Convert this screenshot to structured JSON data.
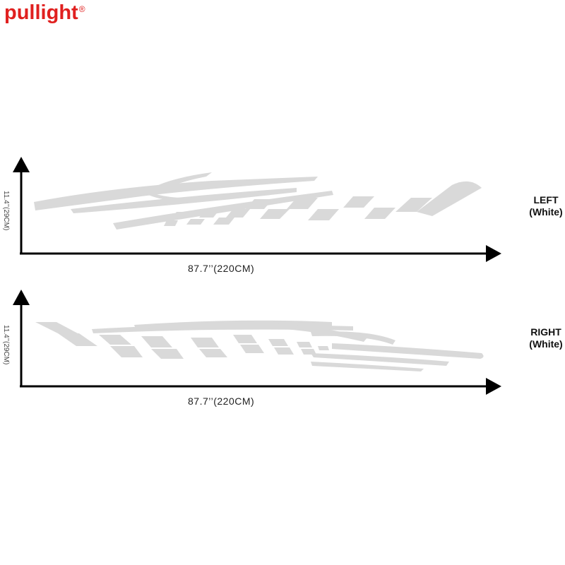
{
  "brand": {
    "name": "pullight",
    "mark": "®",
    "color": "#e0201f"
  },
  "colors": {
    "decal": "#d9d9d9",
    "axis": "#000000"
  },
  "panels": [
    {
      "id": "left",
      "side_label": "LEFT",
      "color_label": "(White)",
      "width_label": "87.7’’(220CM)",
      "height_label": "11.4’’(29CM)"
    },
    {
      "id": "right",
      "side_label": "RIGHT",
      "color_label": "(White)",
      "width_label": "87.7’’(220CM)",
      "height_label": "11.4’’(29CM)"
    }
  ]
}
